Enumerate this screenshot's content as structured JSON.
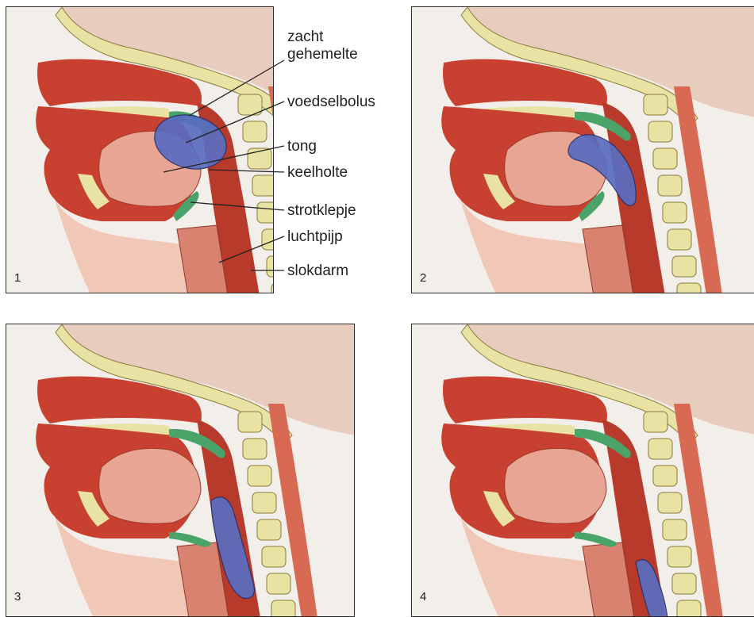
{
  "panels": [
    {
      "number": "1",
      "stage": 1
    },
    {
      "number": "2",
      "stage": 2
    },
    {
      "number": "3",
      "stage": 3
    },
    {
      "number": "4",
      "stage": 4
    }
  ],
  "labels": {
    "soft_palate_line1": "zacht",
    "soft_palate_line2": "gehemelte",
    "food_bolus": "voedselbolus",
    "tongue": "tong",
    "pharynx": "keelholte",
    "epiglottis": "strotklepje",
    "trachea": "luchtpijp",
    "esophagus": "slokdarm"
  },
  "colors": {
    "background": "#f2eeea",
    "brain": "#e8cdbf",
    "bone": "#e9e3a3",
    "muscle": "#b83a2a",
    "cavity": "#c8402f",
    "tongue": "#e8a593",
    "skin": "#f1c7b7",
    "soft_palate": "#4aa46a",
    "bolus": "#5a6cc0",
    "outline": "#2b2b2b"
  }
}
